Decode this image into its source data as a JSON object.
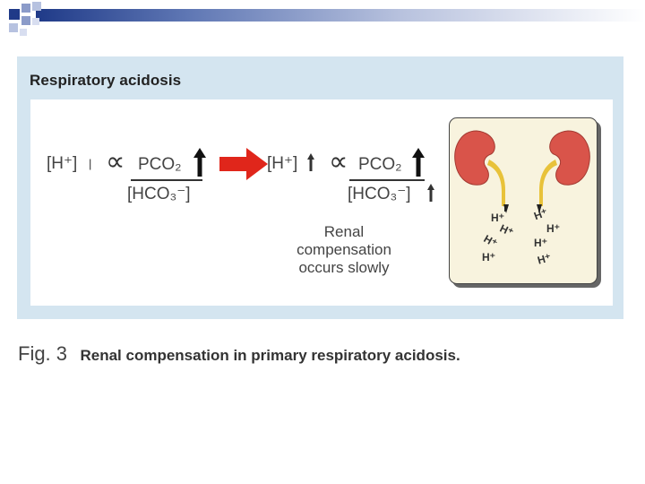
{
  "panel": {
    "title": "Respiratory acidosis"
  },
  "equations": {
    "left": {
      "h_ion": "[H⁺]",
      "h_marker": "|",
      "proportional": "∝",
      "numerator": "PCO₂",
      "denominator": "[HCO₃⁻]"
    },
    "right": {
      "h_ion": "[H⁺]",
      "proportional": "∝",
      "numerator": "PCO₂",
      "denominator": "[HCO₃⁻]"
    }
  },
  "renal_note": {
    "line1": "Renal",
    "line2": "compensation",
    "line3": "occurs slowly"
  },
  "kidney_panel": {
    "h_ion_labels": [
      "H⁺",
      "H⁺",
      "H⁺",
      "H⁺",
      "H⁺",
      "H⁺",
      "H⁺",
      "H⁺"
    ]
  },
  "caption": {
    "label": "Fig. 3",
    "text": "Renal compensation in primary respiratory acidosis."
  },
  "colors": {
    "panel_bg": "#d4e5f0",
    "arrow_red": "#e0261b",
    "kidney": "#d9544a",
    "ureter": "#e8c23a",
    "kidney_box_bg": "#f8f3de",
    "slide_accent": "#1f3a88"
  }
}
